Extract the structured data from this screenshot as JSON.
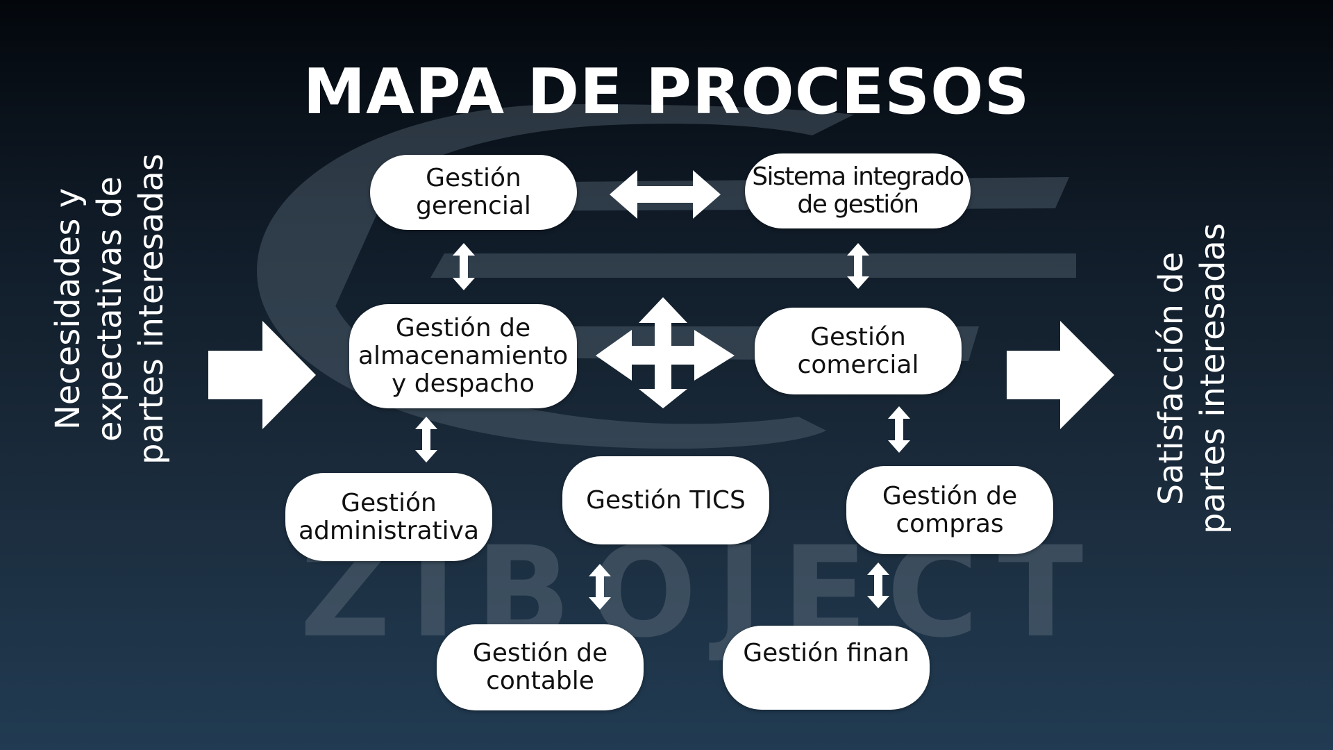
{
  "title": "MAPA DE PROCESOS",
  "left_label": "Necesidades y\nexpectativas de\npartes interesadas",
  "right_label": "Satisfacción de\npartes interesadas",
  "watermark_text": "ZIBOJECT",
  "nodes": {
    "gerencial": "Gestión\ngerencial",
    "sistema": "Sistema integrado\nde gestión",
    "almacenamiento": "Gestión de\nalmacenamiento\ny despacho",
    "comercial": "Gestión\ncomercial",
    "administrativa": "Gestión\nadministrativa",
    "tics": "Gestión TICS",
    "compras": "Gestión de\ncompras",
    "contable": "Gestión de\ncontable",
    "finan": "Gestión finan"
  },
  "colors": {
    "background_top": "#03070c",
    "background_bottom": "#213b52",
    "node_fill": "#ffffff",
    "watermark": "#5a6a78"
  }
}
